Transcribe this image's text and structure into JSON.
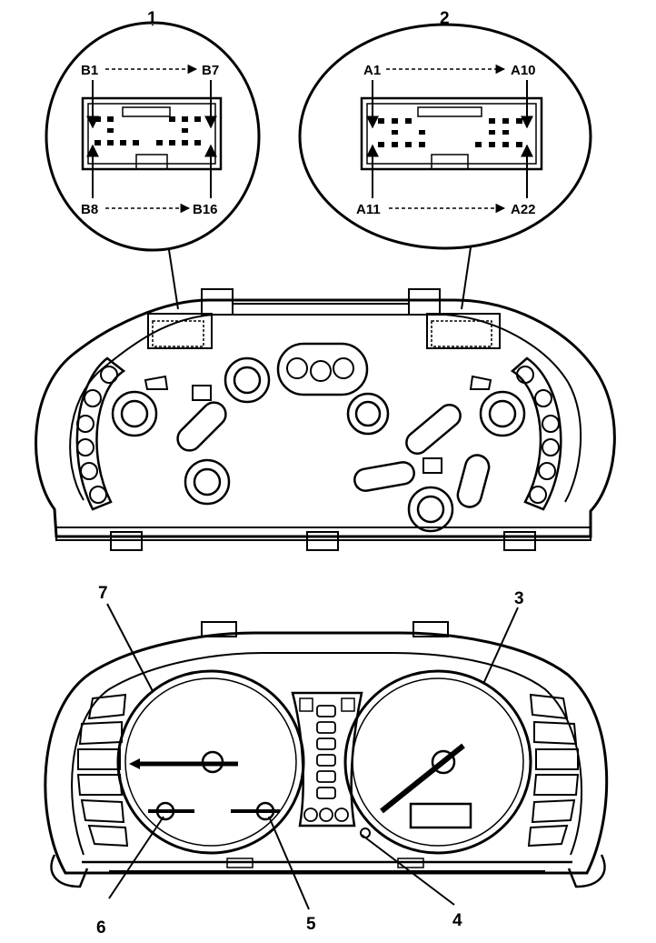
{
  "callouts": {
    "c1": "1",
    "c2": "2",
    "c3": "3",
    "c4": "4",
    "c5": "5",
    "c6": "6",
    "c7": "7"
  },
  "connector_b": {
    "top_left": "B1",
    "top_right": "B7",
    "bottom_left": "B8",
    "bottom_right": "B16"
  },
  "connector_a": {
    "top_left": "A1",
    "top_right": "A10",
    "bottom_left": "A11",
    "bottom_right": "A22"
  },
  "colors": {
    "line": "#000000",
    "background": "#ffffff"
  }
}
